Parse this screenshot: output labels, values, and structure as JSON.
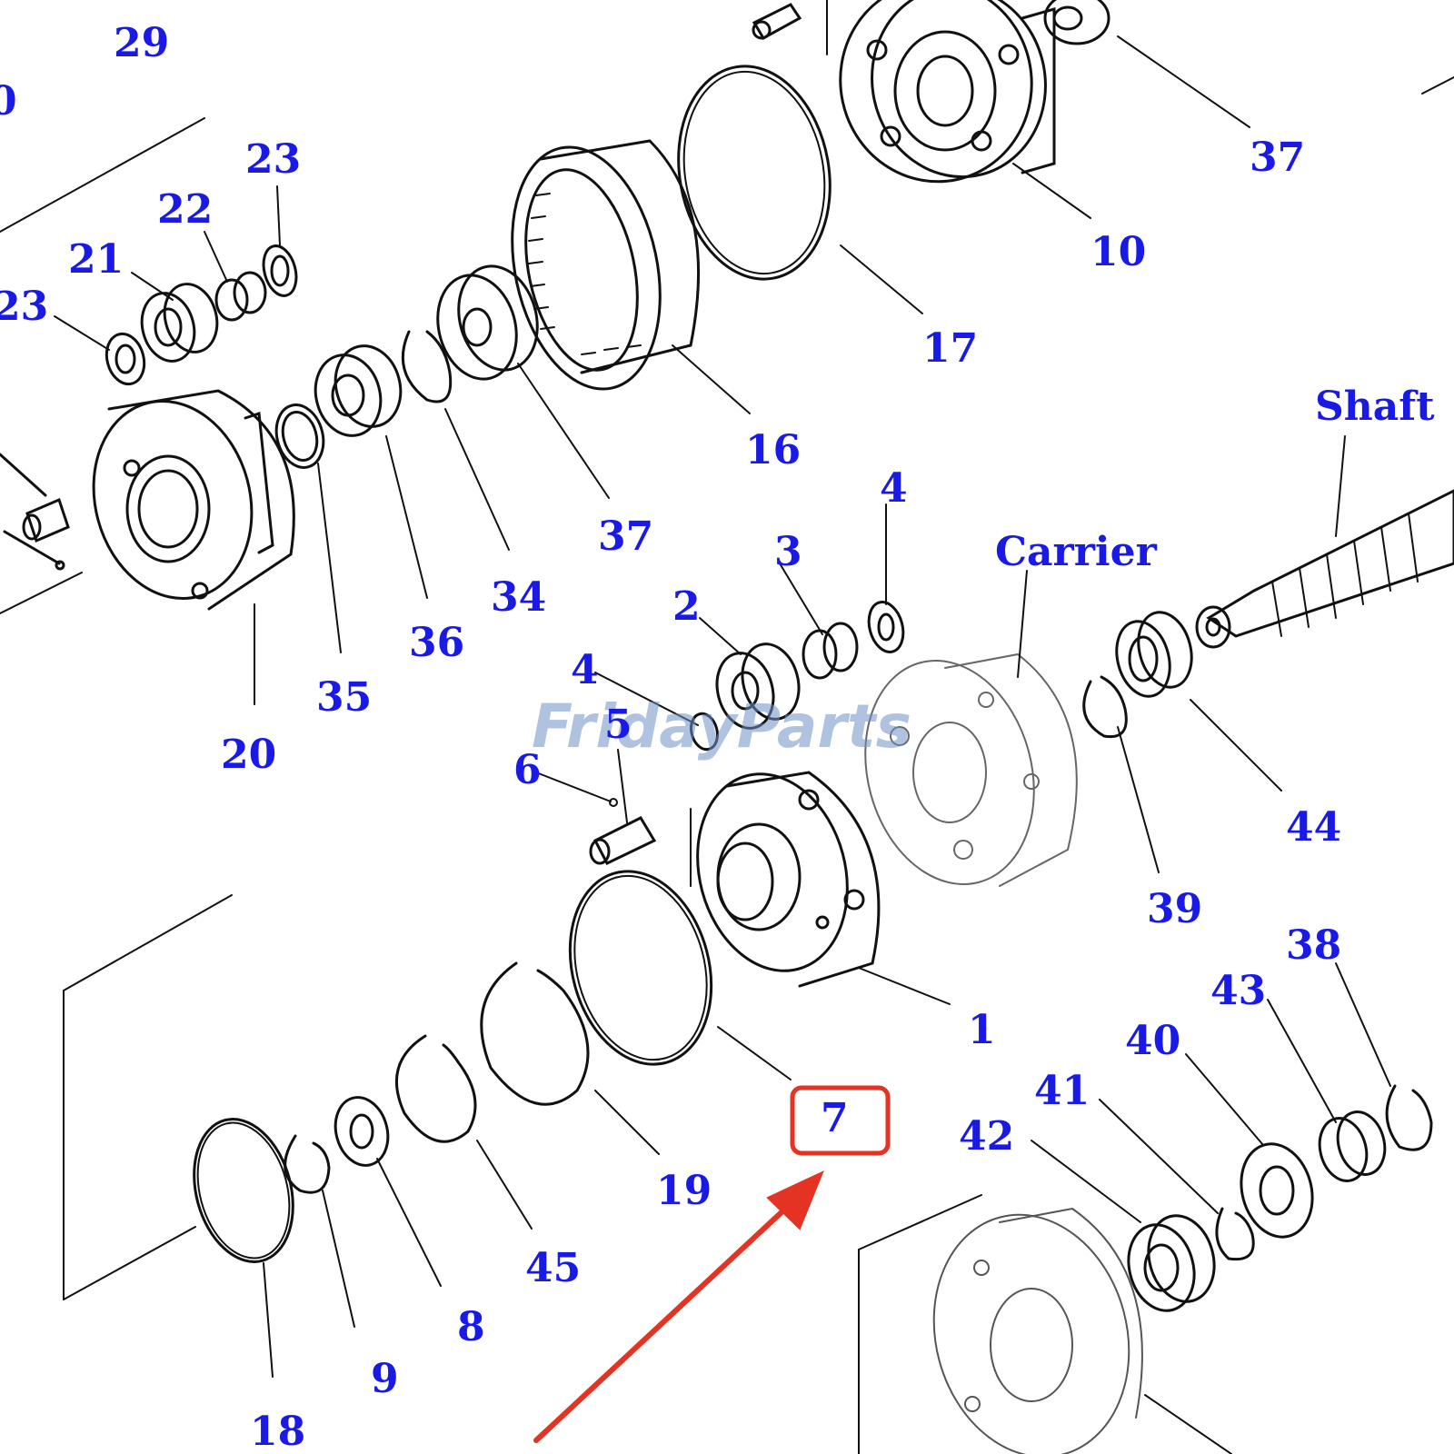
{
  "diagram": {
    "watermark": "FridayParts",
    "labels": {
      "n29": "29",
      "n0": "0",
      "n23a": "23",
      "n23b": "23",
      "n22": "22",
      "n21": "21",
      "n37top": "37",
      "n10": "10",
      "n17": "17",
      "n16": "16",
      "n37mid": "37",
      "n34": "34",
      "n36": "36",
      "n35": "35",
      "n20": "20",
      "shaft": "Shaft",
      "carrier": "Carrier",
      "n4a": "4",
      "n3": "3",
      "n2": "2",
      "n4b": "4",
      "n5": "5",
      "n6": "6",
      "n44": "44",
      "n39": "39",
      "n1": "1",
      "n38": "38",
      "n43": "43",
      "n40": "40",
      "n41": "41",
      "n42": "42",
      "n7": "7",
      "n19": "19",
      "n45": "45",
      "n8": "8",
      "n9": "9",
      "n18": "18"
    },
    "highlight": {
      "part": "7",
      "color": "#e53323"
    },
    "label_color": "#1a1ae6"
  }
}
